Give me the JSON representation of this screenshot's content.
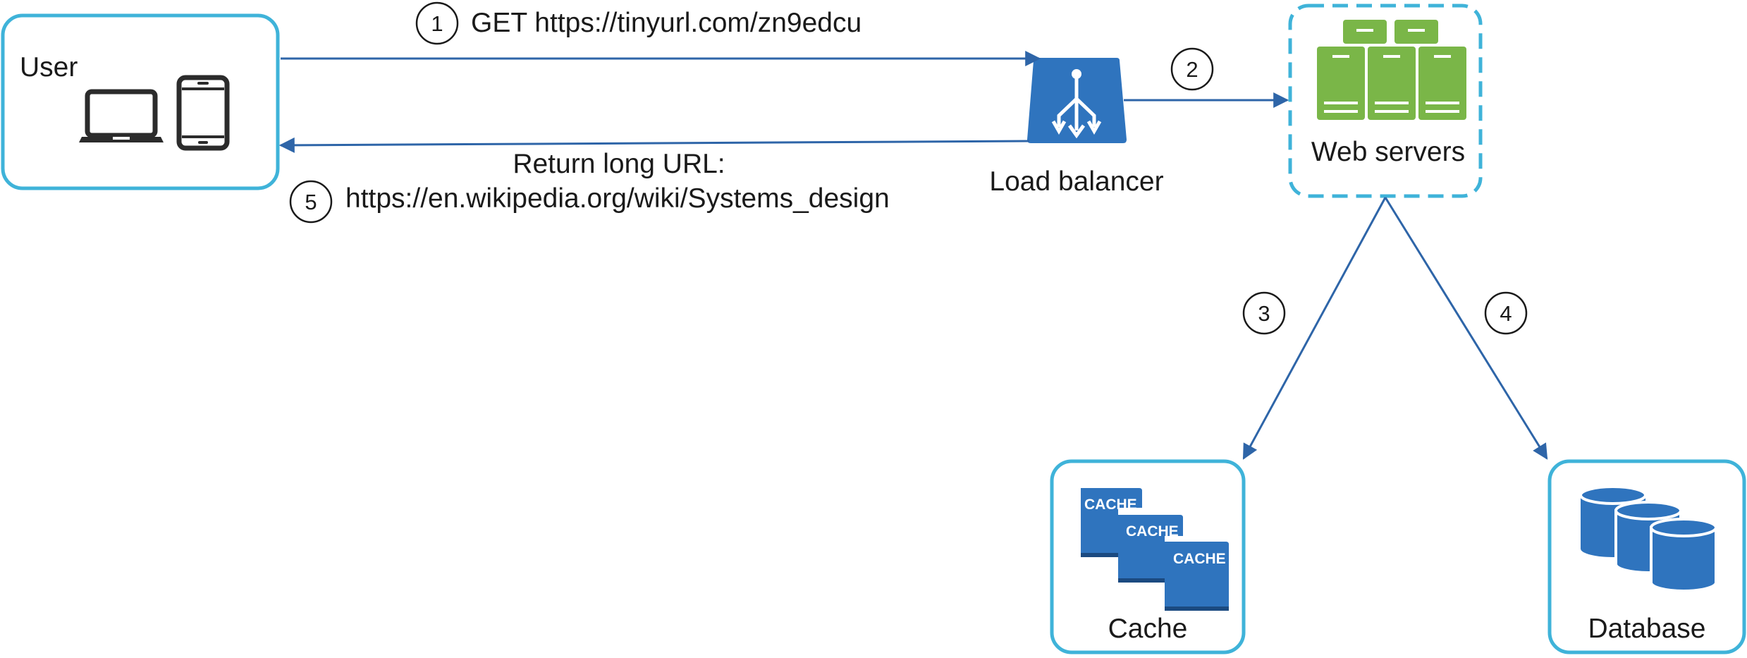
{
  "nodes": {
    "user": {
      "label": "User"
    },
    "load_balancer": {
      "label": "Load balancer"
    },
    "web_servers": {
      "label": "Web servers"
    },
    "cache": {
      "label": "Cache",
      "icon_text": "CACHE"
    },
    "database": {
      "label": "Database"
    }
  },
  "steps": [
    {
      "number": "1",
      "label": "GET https://tinyurl.com/zn9edcu"
    },
    {
      "number": "2",
      "label": ""
    },
    {
      "number": "3",
      "label": ""
    },
    {
      "number": "4",
      "label": ""
    },
    {
      "number": "5",
      "label_line1": "Return long URL:",
      "label_line2": "https://en.wikipedia.org/wiki/Systems_design"
    }
  ],
  "colors": {
    "box_border": "#3fb3d9",
    "arrow": "#2e65a8",
    "icon_blue": "#2f74be",
    "server_green": "#7ab648",
    "device_dark": "#2b2b2b"
  },
  "icons": {
    "user_devices": [
      "laptop-icon",
      "tablet-icon"
    ],
    "load_balancer": "load-balancer-icon",
    "web_servers": "server-rack-icon",
    "cache": "cache-icon",
    "database": "database-icon"
  }
}
